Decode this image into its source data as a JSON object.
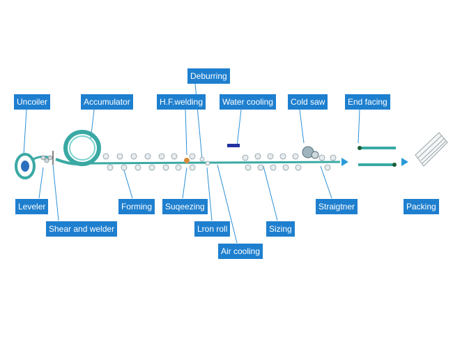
{
  "colors": {
    "label_bg": "#1e7fcf",
    "label_text": "#ffffff",
    "line": "#2a8fd6",
    "pipe": "#3aa9a4",
    "arrow": "#2b9ad8"
  },
  "labels": {
    "uncoiler": "Uncoiler",
    "accumulator": "Accumulator",
    "deburring": "Deburring",
    "hf_welding": "H.F.welding",
    "water_cooling": "Water cooling",
    "cold_saw": "Cold saw",
    "end_facing": "End facing",
    "leveler": "Leveler",
    "shear_welder": "Shear and welder",
    "forming": "Forming",
    "squeezing": "Suqeezing",
    "iron_roll": "Lron roll",
    "air_cooling": "Air cooling",
    "sizing": "Sizing",
    "straightener": "Straigtner",
    "packing": "Packing"
  }
}
